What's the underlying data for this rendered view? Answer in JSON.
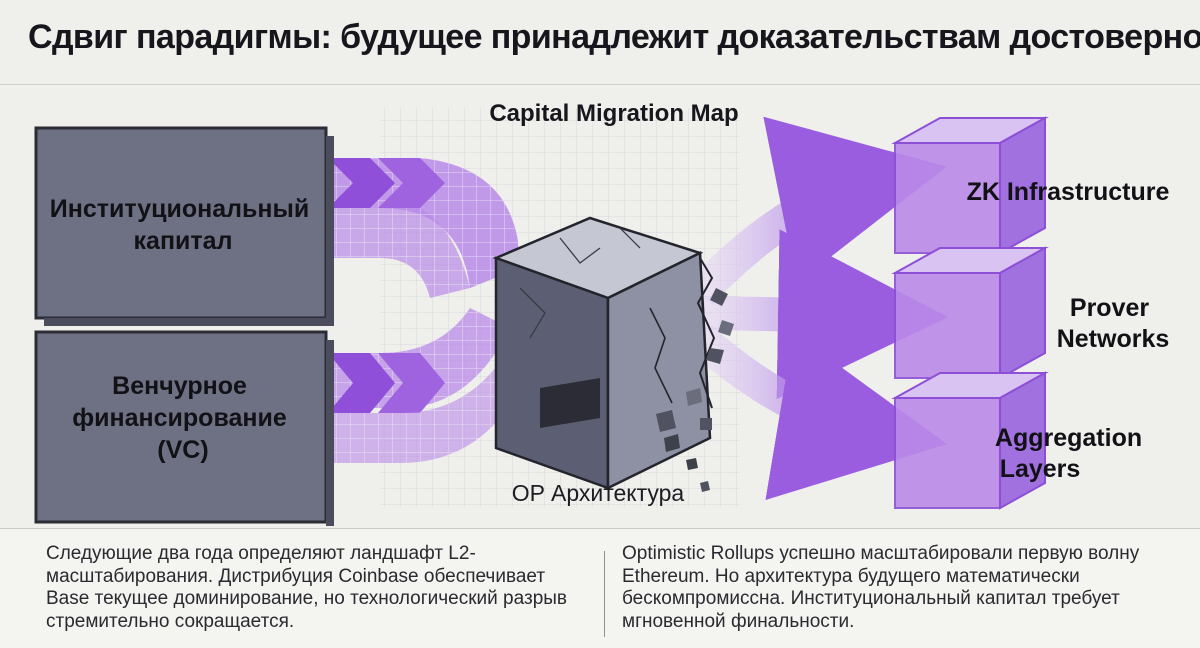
{
  "title": "Сдвиг парадигмы: будущее принадлежит доказательствам достоверности",
  "diagram": {
    "map_title": "Capital Migration Map",
    "sources": [
      {
        "lines": [
          "Институциональный",
          "капитал"
        ]
      },
      {
        "lines": [
          "Венчурное",
          "финансирование",
          "(VC)"
        ]
      }
    ],
    "center_label": "OP Архитектура",
    "targets": [
      {
        "lines": [
          "ZK Infrastructure"
        ]
      },
      {
        "lines": [
          "Prover",
          "Networks"
        ]
      },
      {
        "lines": [
          "Aggregation",
          "Layers"
        ]
      }
    ]
  },
  "footer": {
    "left_text": "Следующие два года определяют ландшафт L2-масштабирования. Дистрибуция Coinbase обеспечивает Base текущее доминирование, но технологический разрыв стремительно сокращается.",
    "right_text": "Optimistic Rollups успешно масштабировали первую волну Ethereum. Но архитектура будущего математически бескомпромиссна. Институциональный капитал требует мгновенной финальности."
  },
  "colors": {
    "purple": "#9c5fe0",
    "purple_light": "#c9a8f0",
    "slate": "#6e7184",
    "ink": "#16161c"
  }
}
